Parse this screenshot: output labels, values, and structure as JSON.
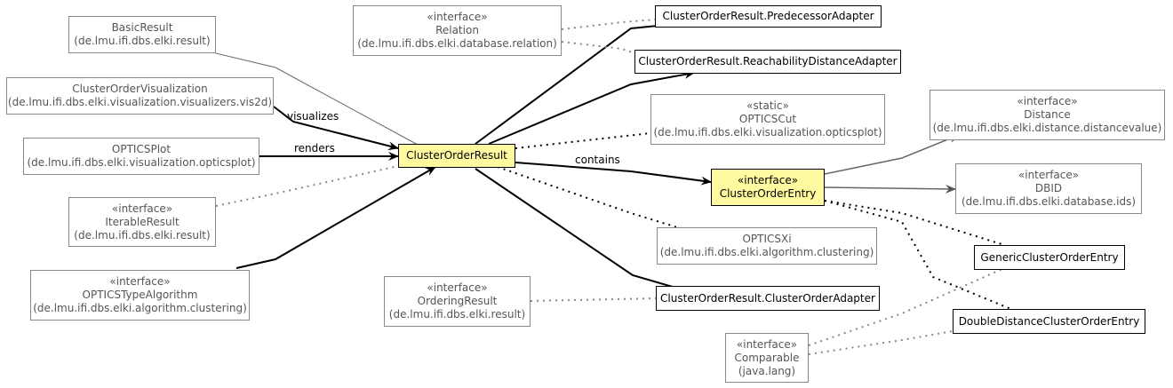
{
  "nodes": {
    "basic_result": {
      "stereo": "",
      "name": "BasicResult",
      "pkg": "(de.lmu.ifi.dbs.elki.result)"
    },
    "cluster_order_visualization": {
      "stereo": "",
      "name": "ClusterOrderVisualization",
      "pkg": "(de.lmu.ifi.dbs.elki.visualization.visualizers.vis2d)"
    },
    "optics_plot": {
      "stereo": "",
      "name": "OPTICSPlot",
      "pkg": "(de.lmu.ifi.dbs.elki.visualization.opticsplot)"
    },
    "iterable_result": {
      "stereo": "«interface»",
      "name": "IterableResult",
      "pkg": "(de.lmu.ifi.dbs.elki.result)"
    },
    "optics_type_algorithm": {
      "stereo": "«interface»",
      "name": "OPTICSTypeAlgorithm",
      "pkg": "(de.lmu.ifi.dbs.elki.algorithm.clustering)"
    },
    "relation": {
      "stereo": "«interface»",
      "name": "Relation",
      "pkg": "(de.lmu.ifi.dbs.elki.database.relation)"
    },
    "predecessor_adapter": {
      "name": "ClusterOrderResult.PredecessorAdapter"
    },
    "reachability_adapter": {
      "name": "ClusterOrderResult.ReachabilityDistanceAdapter"
    },
    "optics_cut": {
      "stereo": "«static»",
      "name": "OPTICSCut",
      "pkg": "(de.lmu.ifi.dbs.elki.visualization.opticsplot)"
    },
    "cluster_order_result": {
      "name": "ClusterOrderResult"
    },
    "optics_xi": {
      "stereo": "",
      "name": "OPTICSXi",
      "pkg": "(de.lmu.ifi.dbs.elki.algorithm.clustering)"
    },
    "ordering_result": {
      "stereo": "«interface»",
      "name": "OrderingResult",
      "pkg": "(de.lmu.ifi.dbs.elki.result)"
    },
    "cluster_order_adapter": {
      "name": "ClusterOrderResult.ClusterOrderAdapter"
    },
    "distance": {
      "stereo": "«interface»",
      "name": "Distance",
      "pkg": "(de.lmu.ifi.dbs.elki.distance.distancevalue)"
    },
    "dbid": {
      "stereo": "«interface»",
      "name": "DBID",
      "pkg": "(de.lmu.ifi.dbs.elki.database.ids)"
    },
    "cluster_order_entry": {
      "stereo": "«interface»",
      "name": "ClusterOrderEntry"
    },
    "generic_cluster_order_entry": {
      "name": "GenericClusterOrderEntry"
    },
    "double_distance_cluster_order_entry": {
      "name": "DoubleDistanceClusterOrderEntry"
    },
    "comparable": {
      "stereo": "«interface»",
      "name": "Comparable",
      "pkg": "(java.lang)"
    }
  },
  "edge_labels": {
    "visualizes": "visualizes",
    "renders": "renders",
    "contains": "contains"
  },
  "colors": {
    "focus_fill": "#fff9a0",
    "external_border": "#888888",
    "edge_gray": "#666666",
    "edge_dark": "#000000"
  }
}
